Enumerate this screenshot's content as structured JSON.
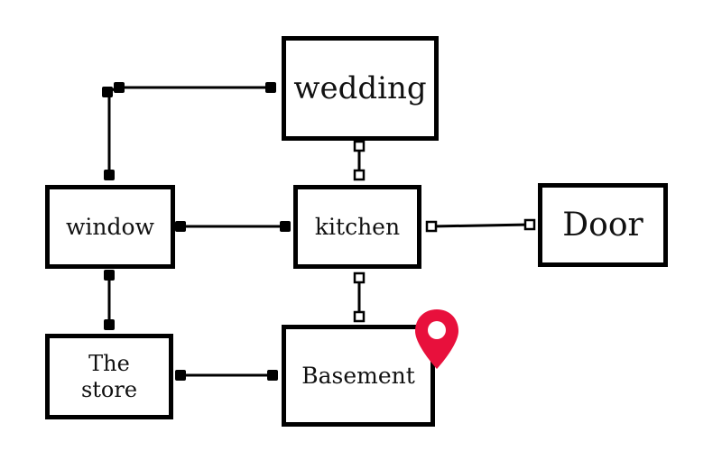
{
  "diagram": {
    "nodes": {
      "wedding": "wedding",
      "window": "window",
      "kitchen": "kitchen",
      "door": "Door",
      "store": "The\nstore",
      "basement": "Basement"
    },
    "edges": [
      {
        "from": "window",
        "to": "wedding",
        "style": "filled"
      },
      {
        "from": "window",
        "to": "kitchen",
        "style": "filled"
      },
      {
        "from": "wedding",
        "to": "kitchen",
        "style": "hollow"
      },
      {
        "from": "kitchen",
        "to": "door",
        "style": "hollow"
      },
      {
        "from": "kitchen",
        "to": "basement",
        "style": "hollow"
      },
      {
        "from": "window",
        "to": "store",
        "style": "filled"
      },
      {
        "from": "store",
        "to": "basement",
        "style": "filled"
      }
    ],
    "marker": {
      "icon": "location-pin-icon",
      "color": "#e8103c",
      "attached_to": "basement"
    }
  }
}
